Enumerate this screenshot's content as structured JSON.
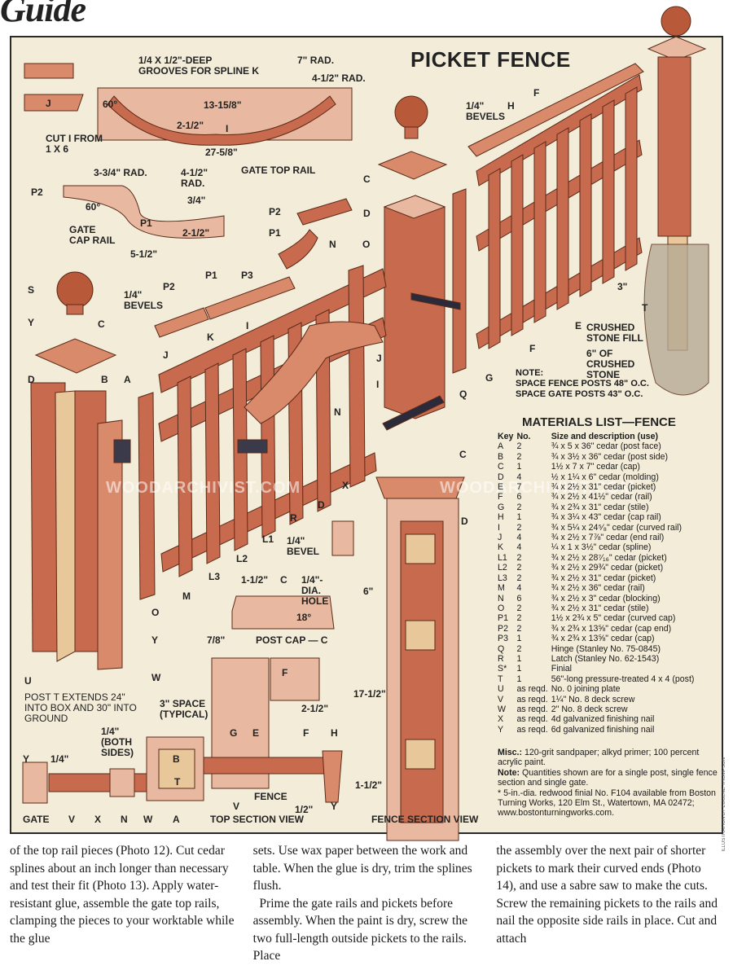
{
  "header": {
    "guide_text": "Guide"
  },
  "title": "PICKET FENCE",
  "labels": {
    "grooves": "1/4 X 1/2\"-DEEP GROOVES FOR SPLINE K",
    "rad7": "7\" RAD.",
    "rad4_5": "4-1/2\" RAD.",
    "j": "J",
    "deg60": "60°",
    "d13_15_8": "13-15/8\"",
    "d2_5": "2-1/2\"",
    "i": "I",
    "cut_i": "CUT I FROM 1 X 6",
    "d27_5_8": "27-5/8\"",
    "gate_top_rail": "GATE TOP RAIL",
    "p2": "P2",
    "rad3_75": "3-3/4\" RAD.",
    "rad4_5b": "4-1/2\" RAD.",
    "d3_4": "3/4\"",
    "deg60b": "60°",
    "gate_cap_rail": "GATE CAP RAIL",
    "p1": "P1",
    "d2_5b": "2-1/2\"",
    "d5_5": "5-1/2\"",
    "bevels14": "1/4\" BEVELS",
    "h": "H",
    "f": "F",
    "c": "C",
    "d": "D",
    "p2b": "P2",
    "p1b": "P1",
    "n": "N",
    "o": "O",
    "s": "S",
    "y": "Y",
    "bevels14b": "1/4\" BEVELS",
    "p2c": "P2",
    "p1c": "P1",
    "p3": "P3",
    "k": "K",
    "crushed": "CRUSHED STONE FILL",
    "crushed6": "6\" OF CRUSHED STONE",
    "t": "T",
    "d3": "3\"",
    "e": "E",
    "g": "G",
    "q": "Q",
    "a": "A",
    "b": "B",
    "x": "X",
    "r": "R",
    "bevel14": "1/4\" BEVEL",
    "l1": "L1",
    "l2": "L2",
    "l3": "L3",
    "m": "M",
    "u": "U",
    "w": "W",
    "post_t": "POST T EXTENDS 24\" INTO BOX AND 30\" INTO GROUND",
    "d1_5": "1-1/2\"",
    "hole": "1/4\"-DIA. HOLE",
    "deg18": "18°",
    "d7_8": "7/8\"",
    "post_cap": "POST CAP — C",
    "d6": "6\"",
    "d17_5": "17-1/2\"",
    "d1_5b": "1-1/2\"",
    "space3": "3\" SPACE (TYPICAL)",
    "d2_5c": "2-1/2\"",
    "both_sides": "1/4\" (BOTH SIDES)",
    "fence": "FENCE",
    "gate": "GATE",
    "v": "V",
    "d1_2": "1/2\"",
    "top_section": "TOP SECTION VIEW",
    "fence_section": "FENCE SECTION VIEW",
    "d1_4": "1/4\""
  },
  "note": {
    "heading": "NOTE:",
    "line1": "SPACE FENCE POSTS 48\" O.C.",
    "line2": "SPACE GATE POSTS 43\" O.C."
  },
  "materials": {
    "title": "MATERIALS LIST—FENCE",
    "headers": [
      "Key",
      "No.",
      "Size and description (use)"
    ],
    "rows": [
      [
        "A",
        "2",
        "¾ x 5 x 36\" cedar (post face)"
      ],
      [
        "B",
        "2",
        "¾ x 3½ x 36\" cedar (post side)"
      ],
      [
        "C",
        "1",
        "1½ x 7 x 7\" cedar (cap)"
      ],
      [
        "D",
        "4",
        "½ x 1¼ x 6\" cedar (molding)"
      ],
      [
        "E",
        "7",
        "¾ x 2½ x 31\" cedar (picket)"
      ],
      [
        "F",
        "6",
        "¾ x 2½ x 41½\" cedar (rail)"
      ],
      [
        "G",
        "2",
        "¾ x 2¾ x 31\" cedar (stile)"
      ],
      [
        "H",
        "1",
        "¾ x 3¼ x 43\" cedar (cap rail)"
      ],
      [
        "I",
        "2",
        "¾ x 5¼ x 24⁵⁄₈\" cedar (curved rail)"
      ],
      [
        "J",
        "4",
        "¾ x 2½ x 7⅞\" cedar (end rail)"
      ],
      [
        "K",
        "4",
        "¼ x 1 x 3½\" cedar (spline)"
      ],
      [
        "L1",
        "2",
        "¾ x 2½ x 28⁷⁄₁₆\" cedar (picket)"
      ],
      [
        "L2",
        "2",
        "¾ x 2½ x 29¾\" cedar (picket)"
      ],
      [
        "L3",
        "2",
        "¾ x 2½ x 31\" cedar (picket)"
      ],
      [
        "M",
        "4",
        "¾ x 2½ x 36\" cedar (rail)"
      ],
      [
        "N",
        "6",
        "¾ x 2½ x 3\" cedar (blocking)"
      ],
      [
        "O",
        "2",
        "¾ x 2½ x 31\" cedar (stile)"
      ],
      [
        "P1",
        "2",
        "1½ x 2¾ x 5\" cedar (curved cap)"
      ],
      [
        "P2",
        "2",
        "¾ x 2¾ x 13⅝\" cedar (cap end)"
      ],
      [
        "P3",
        "1",
        "¾ x 2¾ x 13⅝\" cedar (cap)"
      ],
      [
        "Q",
        "2",
        "Hinge (Stanley No. 75-0845)"
      ],
      [
        "R",
        "1",
        "Latch (Stanley No. 62-1543)"
      ],
      [
        "S*",
        "1",
        "Finial"
      ],
      [
        "T",
        "1",
        "56\"-long pressure-treated 4 x 4 (post)"
      ],
      [
        "U",
        "as reqd.",
        "No. 0 joining plate"
      ],
      [
        "V",
        "as reqd.",
        "1¼\" No. 8 deck screw"
      ],
      [
        "W",
        "as reqd.",
        "2\" No. 8 deck screw"
      ],
      [
        "X",
        "as reqd.",
        "4d galvanized finishing nail"
      ],
      [
        "Y",
        "as reqd.",
        "6d galvanized finishing nail"
      ]
    ],
    "misc_label": "Misc.:",
    "misc_text": "120-grit sandpaper; alkyd primer; 100 percent acrylic paint.",
    "note_label": "Note:",
    "note_text": "Quantities shown are for a single post, single fence section and single gate.",
    "footnote": "* 5-in.-dia. redwood finial No. F104 available from Boston Turning Works, 120 Elm St., Watertown, MA 02472; www.bostonturningworks.com."
  },
  "credit": "ILLUSTRATION BY EUGENE THOMPSON",
  "watermark": "WOODARCHIVIST.COM",
  "body_text": [
    "of the top rail pieces (Photo 12). Cut cedar splines about an inch longer than necessary and test their fit (Photo 13). Apply water-resistant glue, assemble the gate top rails, clamping the pieces to your worktable while the glue",
    "sets. Use wax paper between the work and table. When the glue is dry, trim the splines flush.",
    "Prime the gate rails and pickets before assembly. When the paint is dry, screw the two full-length outside pickets to the rails. Place",
    "the assembly over the next pair of shorter pickets to mark their curved ends (Photo 14), and use a sabre saw to make the cuts. Screw the remaining pickets to the rails and nail the opposite side rails in place. Cut and attach"
  ]
}
